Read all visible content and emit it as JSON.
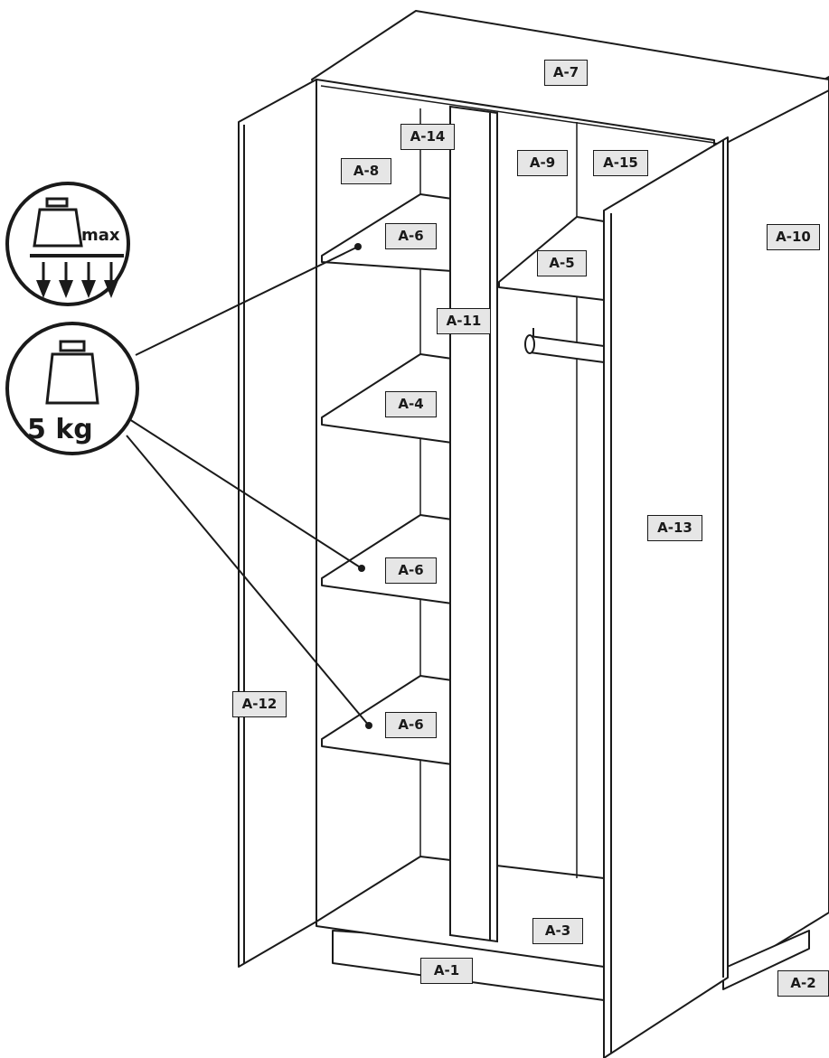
{
  "labels": {
    "a7": "A-7",
    "a14": "A-14",
    "a8": "A-8",
    "a9": "A-9",
    "a15": "A-15",
    "a10": "A-10",
    "a6_top": "A-6",
    "a5": "A-5",
    "a11": "A-11",
    "a4": "A-4",
    "a6_mid": "A-6",
    "a13": "A-13",
    "a12": "A-12",
    "a6_low": "A-6",
    "a3": "A-3",
    "a1": "A-1",
    "a2": "A-2"
  },
  "load_icon": {
    "max_text": "max",
    "weight_text": "5 kg"
  },
  "colors": {
    "line": "#1a1a1a",
    "label_fill": "#e6e6e6",
    "panel": "#ffffff"
  }
}
